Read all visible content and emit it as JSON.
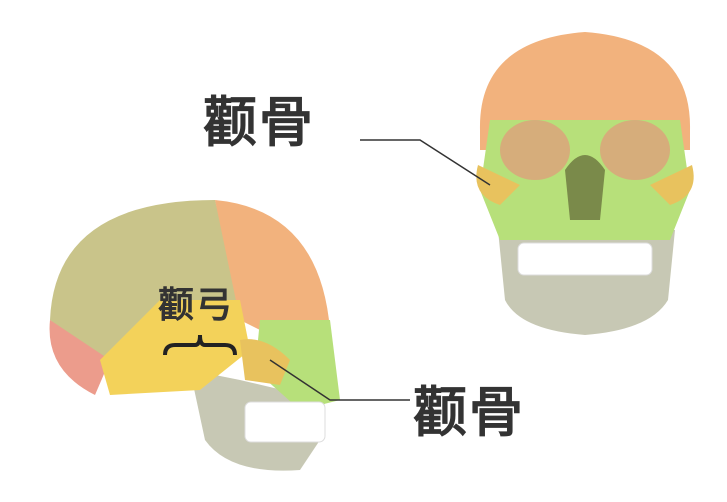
{
  "labels": {
    "front_zygomatic": "颧骨",
    "side_zygomatic_arch": "颧弓",
    "side_zygomatic": "颧骨"
  },
  "colors": {
    "cranium_orange": "#f2b27d",
    "parietal_olive": "#c9c48a",
    "face_green": "#b7e07a",
    "zygomatic_gold": "#e8c25e",
    "temporal_yellow": "#f3d25a",
    "occipital_pink": "#ec9c8c",
    "mandible_gray": "#c7c8b4",
    "teeth": "#ffffff",
    "leader_line": "#333333"
  }
}
